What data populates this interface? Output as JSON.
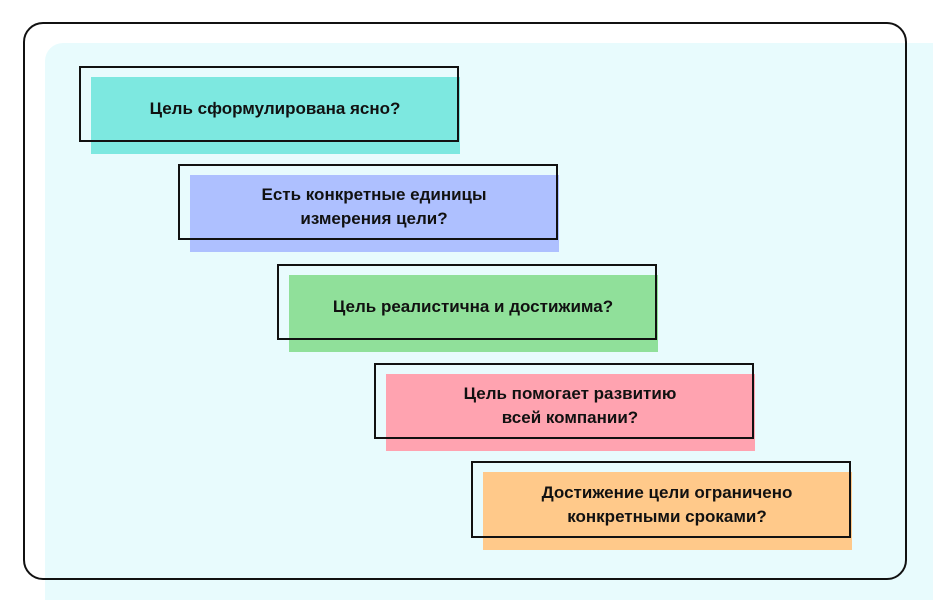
{
  "steps": [
    {
      "text": "Цель сформулирована ясно?",
      "color": "#7de8e0"
    },
    {
      "text": "Есть конкретные единицы\nизмерения цели?",
      "color": "#aec0ff"
    },
    {
      "text": "Цель реалистична и достижима?",
      "color": "#90e09a"
    },
    {
      "text": "Цель помогает развитию\nвсей компании?",
      "color": "#ffa3b0"
    },
    {
      "text": "Достижение цели ограничено\nконкретными сроками?",
      "color": "#ffc98a"
    }
  ]
}
